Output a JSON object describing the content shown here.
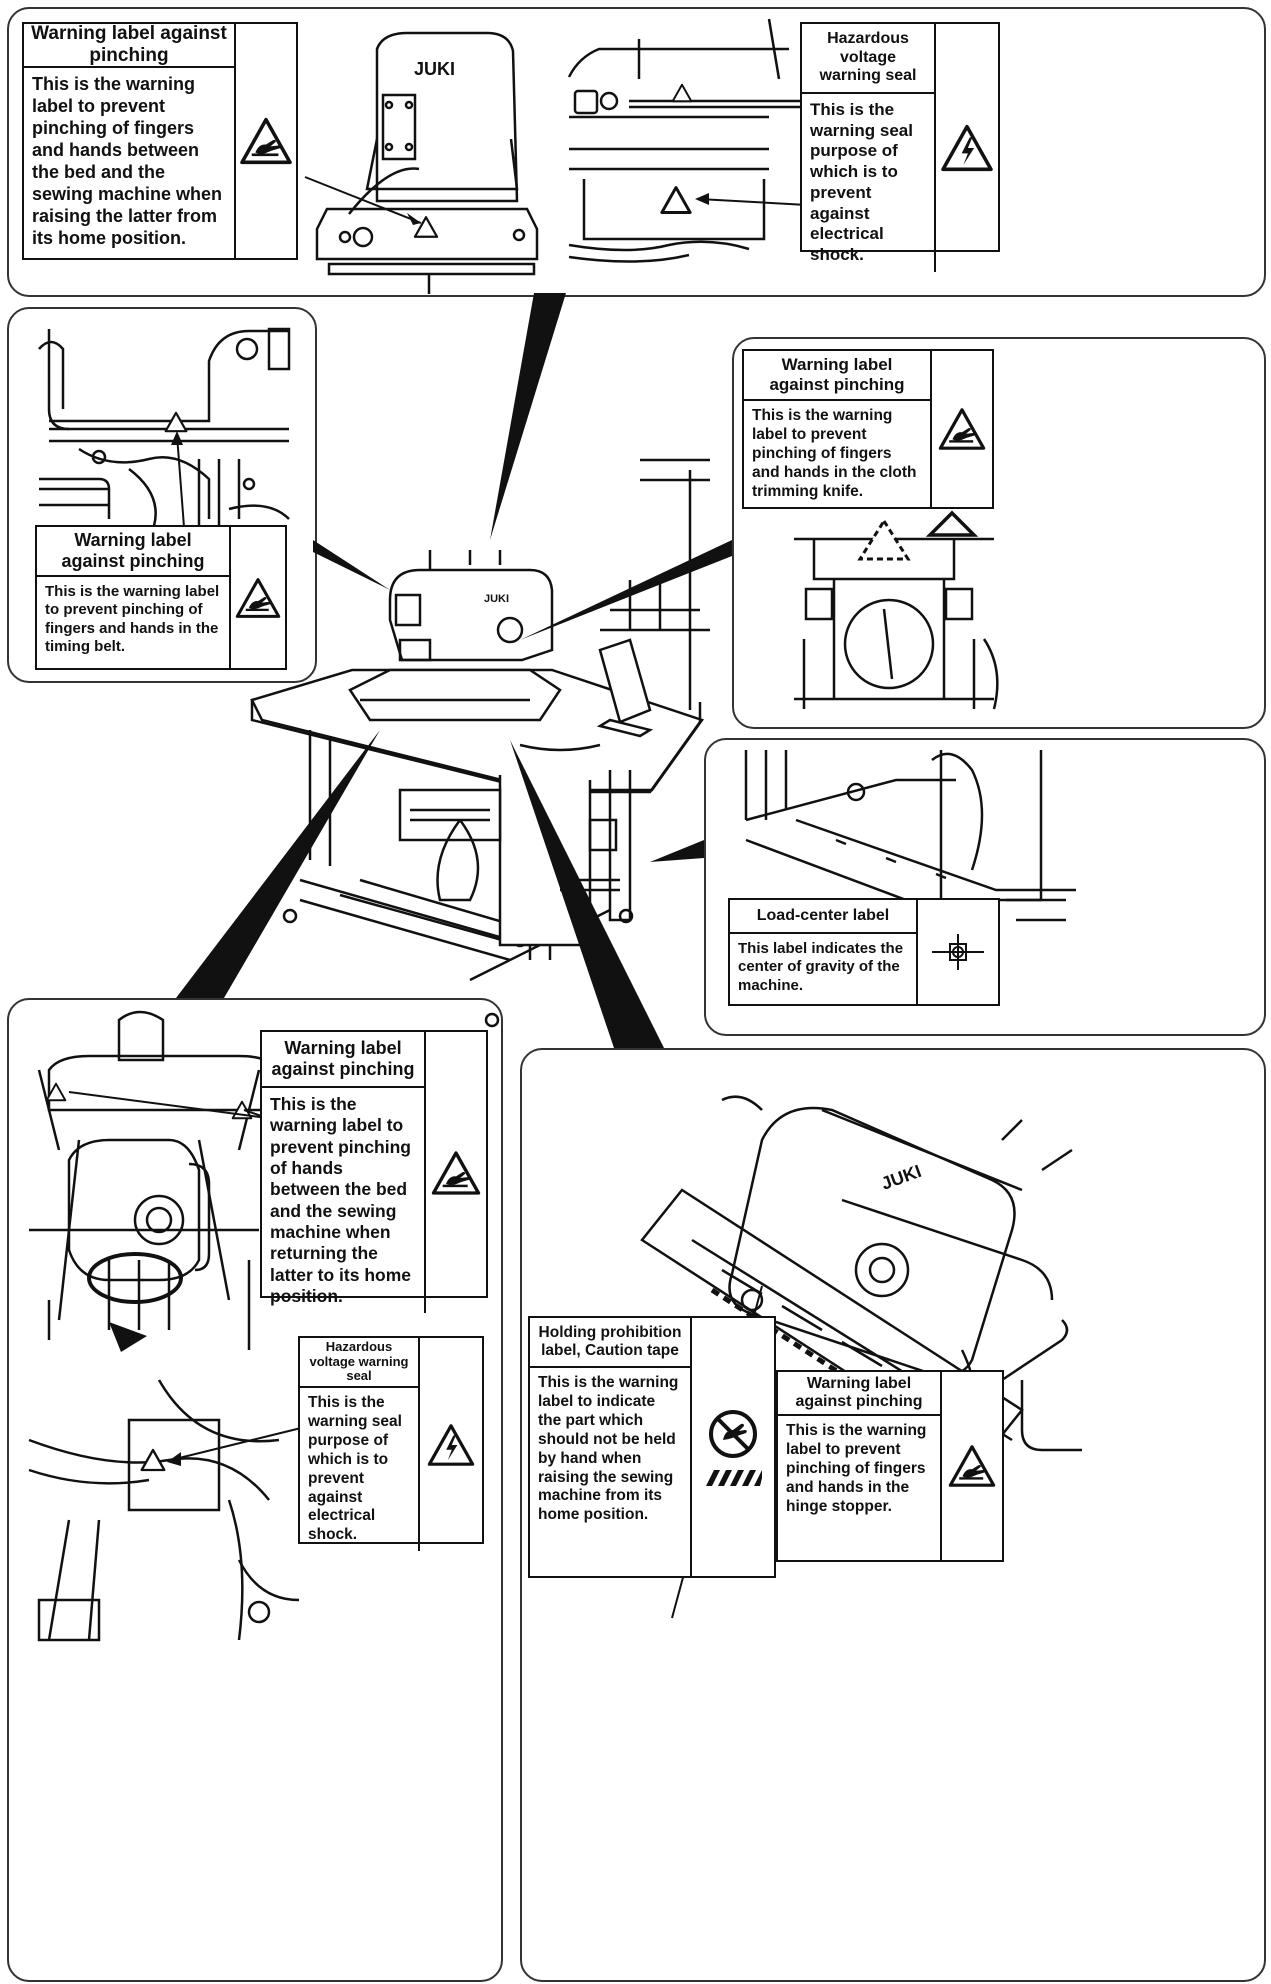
{
  "labels": {
    "top_left": {
      "title": "Warning label against pinching",
      "text": "This is the warning label to prevent pinching of fingers and hands between the bed and the sewing machine when raising the latter from its home position.",
      "icon": "pinch-warning-icon"
    },
    "top_right": {
      "title": "Hazardous voltage warning seal",
      "text": "This is the warning seal purpose of which is to prevent against electrical shock.",
      "icon": "high-voltage-icon"
    },
    "mid_left": {
      "title": "Warning label against pinching",
      "text": "This is the warning label to prevent pinching of fingers and hands in the timing belt.",
      "icon": "pinch-warning-icon"
    },
    "mid_right": {
      "title": "Warning label against pinching",
      "text": "This is the warning label to prevent pinching of fingers and hands in the cloth trimming knife.",
      "icon": "pinch-warning-icon"
    },
    "load_center": {
      "title": "Load-center label",
      "text": "This label indicates the center of gravity of the machine.",
      "icon": "load-center-icon"
    },
    "bottom_left_pinch": {
      "title": "Warning label against pinching",
      "text": "This is the warning label to prevent pinching of hands between the bed and the sewing machine when returning the latter to its home position.",
      "icon": "pinch-warning-icon"
    },
    "bottom_left_voltage": {
      "title": "Hazardous voltage warning seal",
      "text": "This is the warning seal purpose of which is to prevent against electrical shock.",
      "icon": "high-voltage-icon"
    },
    "holding": {
      "title": "Holding prohibition label, Caution tape",
      "text": "This is the warning label to indicate the part which should not be held by hand when raising the sewing machine from its home position.",
      "icon": "no-holding-icon"
    },
    "hinge": {
      "title": "Warning label against pinching",
      "text": "This is the warning label to prevent pinching of fingers and hands in the hinge stopper.",
      "icon": "pinch-warning-icon"
    }
  },
  "brand": "JUKI",
  "colors": {
    "ink": "#111111",
    "frame": "#333333",
    "background": "#ffffff"
  }
}
